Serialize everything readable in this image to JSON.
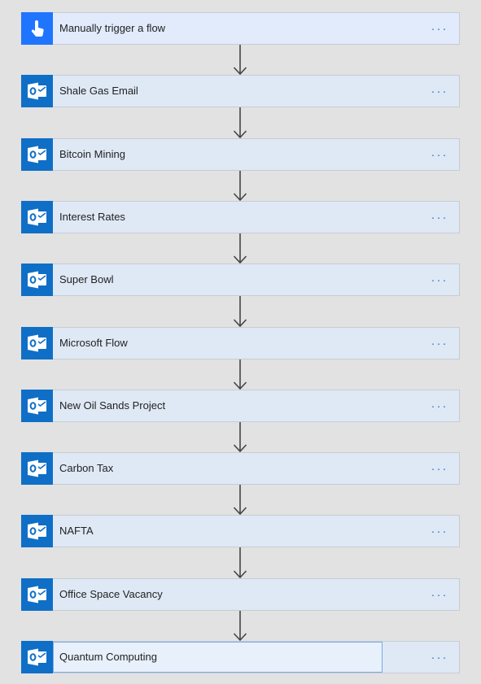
{
  "colors": {
    "canvas": "#e2e2e2",
    "card": "#dfe9f5",
    "trigger_icon_bg": "#1f75fe",
    "outlook_icon_bg": "#0f6fc6",
    "more_dots": "#3878c8",
    "arrow": "#444444"
  },
  "flow": {
    "more_label": "···",
    "steps": [
      {
        "title": "Manually trigger a flow",
        "icon": "touch-hand-icon",
        "kind": "trigger"
      },
      {
        "title": "Shale Gas Email",
        "icon": "outlook-icon",
        "kind": "action"
      },
      {
        "title": "Bitcoin Mining",
        "icon": "outlook-icon",
        "kind": "action"
      },
      {
        "title": "Interest Rates",
        "icon": "outlook-icon",
        "kind": "action"
      },
      {
        "title": "Super Bowl",
        "icon": "outlook-icon",
        "kind": "action"
      },
      {
        "title": "Microsoft Flow",
        "icon": "outlook-icon",
        "kind": "action"
      },
      {
        "title": "New Oil Sands Project",
        "icon": "outlook-icon",
        "kind": "action"
      },
      {
        "title": "Carbon Tax",
        "icon": "outlook-icon",
        "kind": "action"
      },
      {
        "title": "NAFTA",
        "icon": "outlook-icon",
        "kind": "action"
      },
      {
        "title": "Office Space Vacancy",
        "icon": "outlook-icon",
        "kind": "action"
      },
      {
        "title": "Quantum Computing",
        "icon": "outlook-icon",
        "kind": "action",
        "editing": true
      }
    ]
  }
}
